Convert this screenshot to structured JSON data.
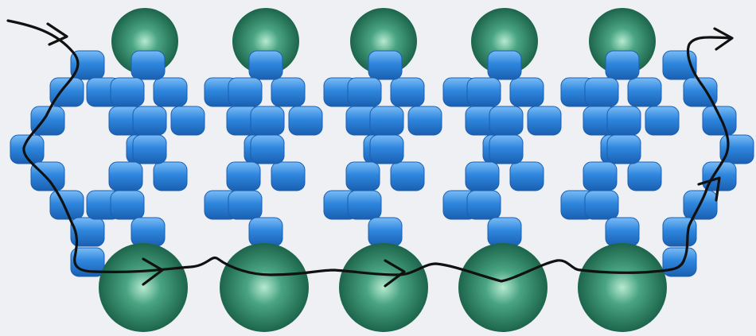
{
  "diagram": {
    "background": "#eef0f4",
    "cube_bead_color": "#2f86de",
    "cube_bead_highlight": "#74b7f5",
    "cube_bead_shadow": "#1a5fb0",
    "round_bead_color": "#2f8d6e",
    "round_bead_highlight": "#a8e0c4",
    "round_bead_shadow": "#14573f",
    "thread_color": "#111111",
    "top_round_bead_count": 5,
    "bottom_round_bead_count": 5,
    "diamond_unit_count": 6,
    "thread_direction": "left-to-right",
    "icons": [
      "thread-entry-arrow-icon",
      "thread-exit-arrow-icon",
      "thread-direction-arrow-icon"
    ]
  }
}
